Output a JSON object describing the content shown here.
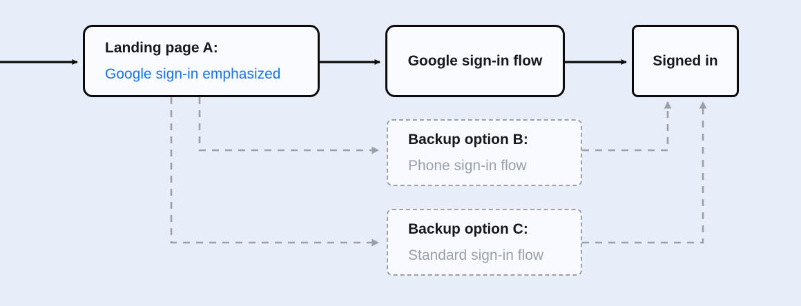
{
  "diagram": {
    "background_color": "#e8edfa",
    "accent_color": "#1a73e8",
    "muted_color": "#9aa0a6",
    "nodes": {
      "landing_a": {
        "title": "Landing page A:",
        "subtitle": "Google sign-in emphasized"
      },
      "google_flow": {
        "title": "Google sign-in flow"
      },
      "signed_in": {
        "title": "Signed in"
      },
      "backup_b": {
        "title": "Backup option B:",
        "subtitle": "Phone sign-in flow"
      },
      "backup_c": {
        "title": "Backup option C:",
        "subtitle": "Standard sign-in flow"
      }
    },
    "edges": [
      {
        "name": "entry-to-landing-a",
        "style": "solid",
        "color": "#0b0b0b"
      },
      {
        "name": "landing-a-to-google-flow",
        "style": "solid",
        "color": "#0b0b0b"
      },
      {
        "name": "google-flow-to-signed-in",
        "style": "solid",
        "color": "#0b0b0b"
      },
      {
        "name": "landing-a-to-backup-b",
        "style": "dashed",
        "color": "#9aa0a6"
      },
      {
        "name": "landing-a-to-backup-c",
        "style": "dashed",
        "color": "#9aa0a6"
      },
      {
        "name": "backup-b-to-signed-in",
        "style": "dashed",
        "color": "#9aa0a6"
      },
      {
        "name": "backup-c-to-signed-in",
        "style": "dashed",
        "color": "#9aa0a6"
      }
    ]
  }
}
